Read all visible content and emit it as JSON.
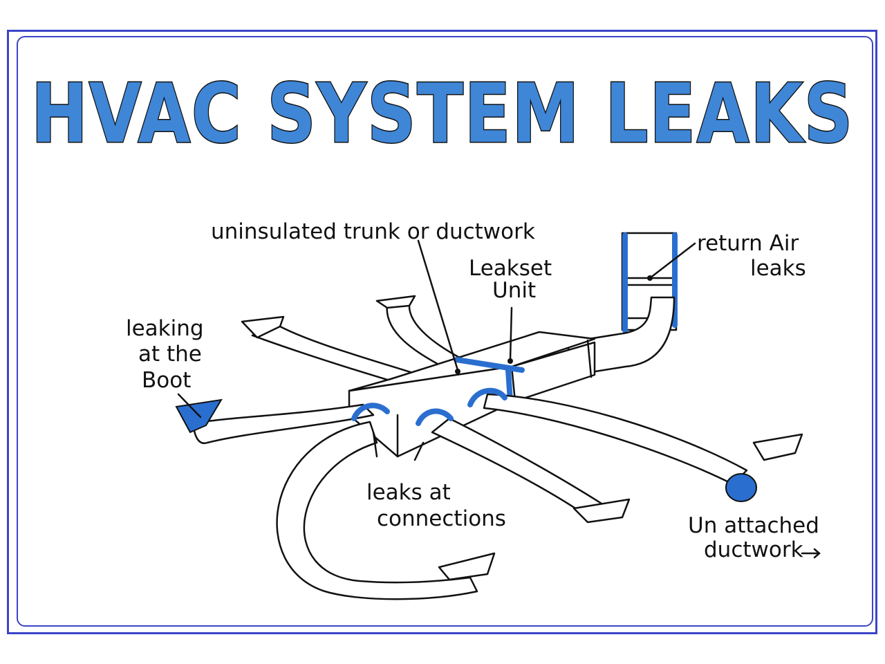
{
  "title": "HVAC SYSTEM LEAKS",
  "labels": {
    "uninsulated": "uninsulated trunk or ductwork",
    "leakset_line1": "Leakset",
    "leakset_line2": "Unit",
    "return_line1": "return Air",
    "return_line2": "leaks",
    "boot_line1": "leaking",
    "boot_line2": "at the",
    "boot_line3": "Boot",
    "connections_line1": "leaks at",
    "connections_line2": "connections",
    "unattached_line1": "Un attached",
    "unattached_line2": "ductwork"
  },
  "colors": {
    "frame": "#3a45c8",
    "title_fill": "#3f86d6",
    "leak_highlight": "#2a6fd0",
    "ink": "#111111"
  }
}
